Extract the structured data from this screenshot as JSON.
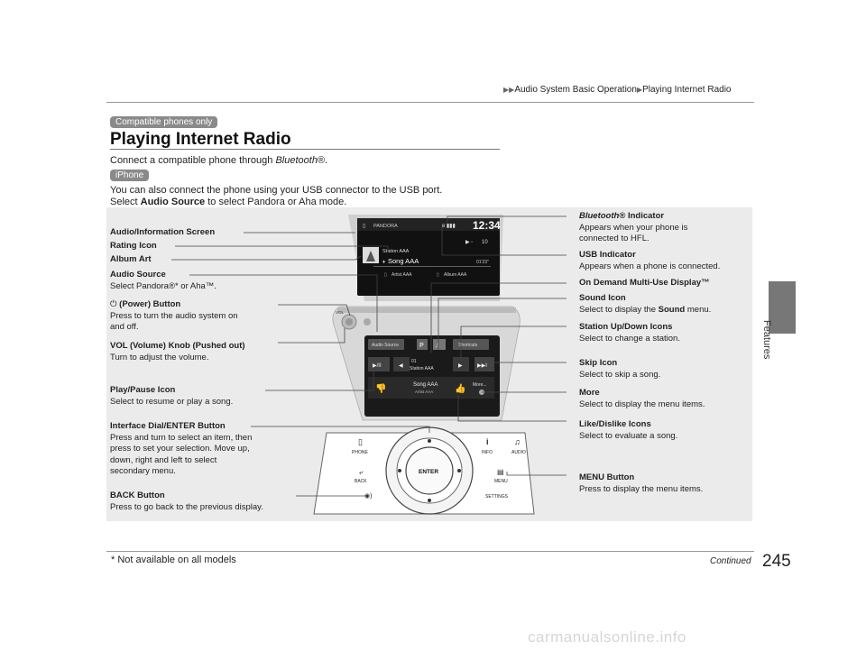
{
  "breadcrumb": {
    "part1": "Audio System Basic Operation",
    "part2": "Playing Internet Radio"
  },
  "side_tab": "Features",
  "badges": {
    "compatible": "Compatible phones only",
    "iphone": "iPhone"
  },
  "title": "Playing Internet Radio",
  "intro": {
    "line1_prefix": "Connect a compatible phone through ",
    "line1_italic": "Bluetooth",
    "line1_suffix": "®.",
    "line2": "You can also connect the phone using your USB connector to the USB port.",
    "line3_prefix": "Select ",
    "line3_bold": "Audio Source",
    "line3_suffix": " to select Pandora or Aha mode."
  },
  "labels": {
    "audio_info_screen": "Audio/Information Screen",
    "rating_icon": "Rating Icon",
    "album_art": "Album Art",
    "audio_source_title": "Audio Source",
    "audio_source_desc": "Select Pandora®* or Aha™.",
    "power_title": "(Power) Button",
    "power_desc1": "Press to turn the audio system on",
    "power_desc2": "and off.",
    "vol_title": "VOL (Volume) Knob (Pushed out)",
    "vol_desc": "Turn to adjust the volume.",
    "play_title": "Play/Pause Icon",
    "play_desc": "Select to resume or play a song.",
    "dial_title": "Interface Dial/ENTER Button",
    "dial_desc1": "Press and turn to select an item, then",
    "dial_desc2": "press to set your selection. Move up,",
    "dial_desc3": "down, right and left to select",
    "dial_desc4": "secondary menu.",
    "back_title": "BACK Button",
    "back_desc": "Press to go back to the previous display.",
    "bt_title_italic": "Bluetooth",
    "bt_title_rest": "® Indicator",
    "bt_desc1": "Appears when your phone is",
    "bt_desc2": "connected to HFL.",
    "usb_title": "USB Indicator",
    "usb_desc": "Appears when a phone is connected.",
    "ondemand_title": "On Demand Multi-Use Display™",
    "sound_title": "Sound Icon",
    "sound_desc_prefix": "Select to display the ",
    "sound_desc_bold": "Sound",
    "sound_desc_suffix": " menu.",
    "station_title": "Station Up/Down Icons",
    "station_desc": "Select to change a station.",
    "skip_title": "Skip Icon",
    "skip_desc": "Select to skip a song.",
    "more_title": "More",
    "more_desc": "Select to display the menu items.",
    "like_title": "Like/Dislike Icons",
    "like_desc": "Select to evaluate a song.",
    "menu_title": "MENU Button",
    "menu_desc": "Press to display the menu items."
  },
  "screen": {
    "source": "PANDORA",
    "time": "12:34",
    "station": "Station AAA",
    "song": "Song AAA",
    "elapsed": "01'23\"",
    "artist": "Artist AAA",
    "album": "Album AAA",
    "volume": "10"
  },
  "touch": {
    "audio_source": "Audio Source",
    "shortcuts": "Shortcuts",
    "preset": "01",
    "station": "Station AAA",
    "song": "Song AAA",
    "artist": "Artist AAA",
    "more": "More..."
  },
  "panel_buttons": {
    "phone": "PHONE",
    "info": "INFO",
    "audio": "AUDIO",
    "back": "BACK",
    "menu": "MENU",
    "settings": "SETTINGS",
    "enter": "ENTER",
    "vol": "VOL"
  },
  "footer": {
    "continued": "Continued",
    "page": "245",
    "note": "* Not available on all models",
    "watermark": "carmanualsonline.info"
  }
}
